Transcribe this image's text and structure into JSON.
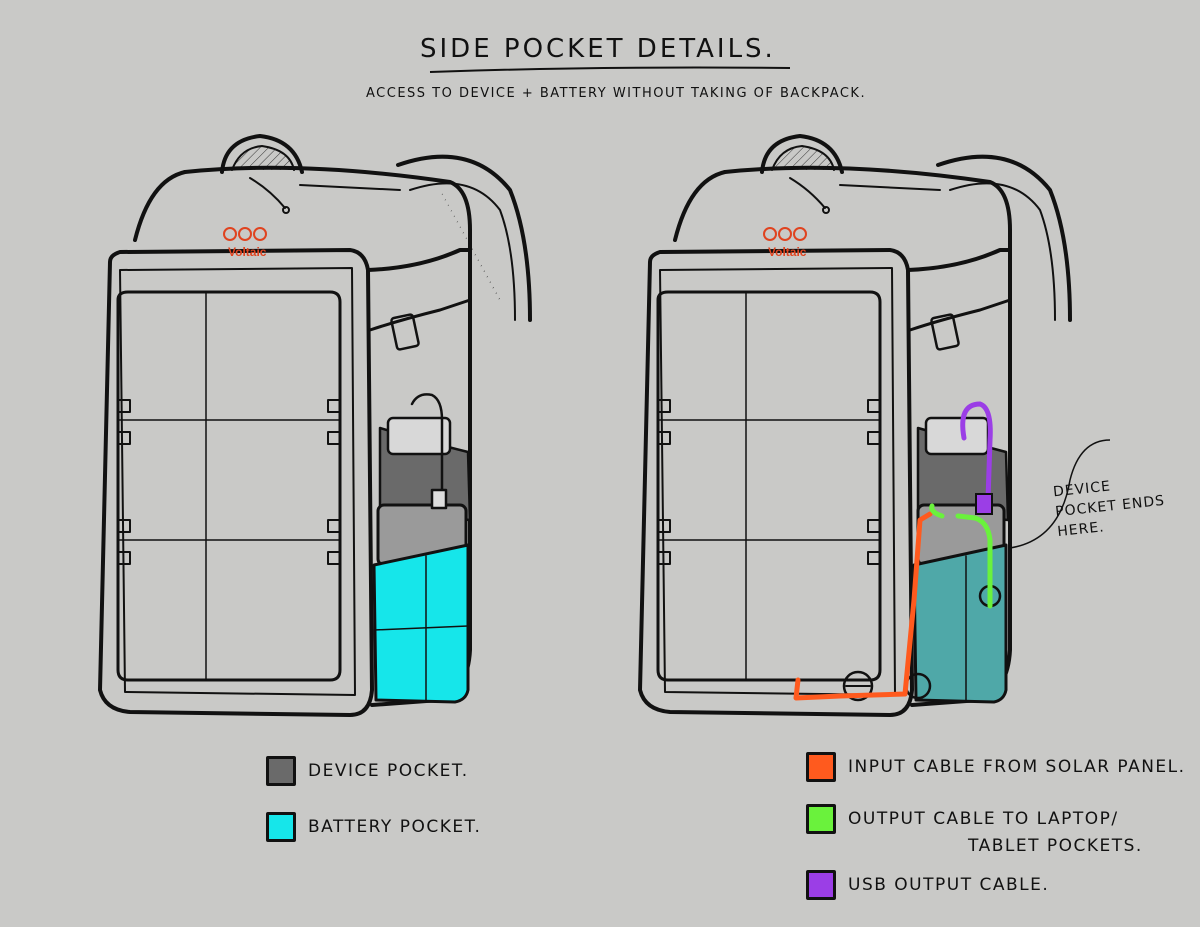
{
  "header": {
    "title": "SIDE POCKET DETAILS.",
    "subtitle": "ACCESS TO DEVICE + BATTERY WITHOUT TAKING OF BACKPACK."
  },
  "brand": {
    "logo_text": "Voltaic",
    "color": "#e0431f"
  },
  "annotation": {
    "lines": [
      "DEVICE",
      "POCKET ENDS",
      "HERE."
    ]
  },
  "legend_left": [
    {
      "label": "DEVICE POCKET.",
      "color": "#6a6a6a"
    },
    {
      "label": "BATTERY POCKET.",
      "color": "#16e6ea"
    }
  ],
  "legend_right": [
    {
      "label": "INPUT CABLE FROM SOLAR PANEL.",
      "label2": "",
      "color": "#ff5a1e"
    },
    {
      "label": "OUTPUT CABLE TO LAPTOP/",
      "label2": "TABLET POCKETS.",
      "color": "#6af23c"
    },
    {
      "label": "USB OUTPUT CABLE.",
      "label2": "",
      "color": "#9b3ee6"
    }
  ],
  "colors": {
    "paper": "#c9c9c7",
    "ink": "#111111",
    "device_pocket": "#6a6a6a",
    "battery_pocket": "#16e6ea",
    "battery_pocket_shaded": "#4fa8a8",
    "input_cable": "#ff5a1e",
    "output_cable": "#6af23c",
    "usb_cable": "#9b3ee6"
  }
}
